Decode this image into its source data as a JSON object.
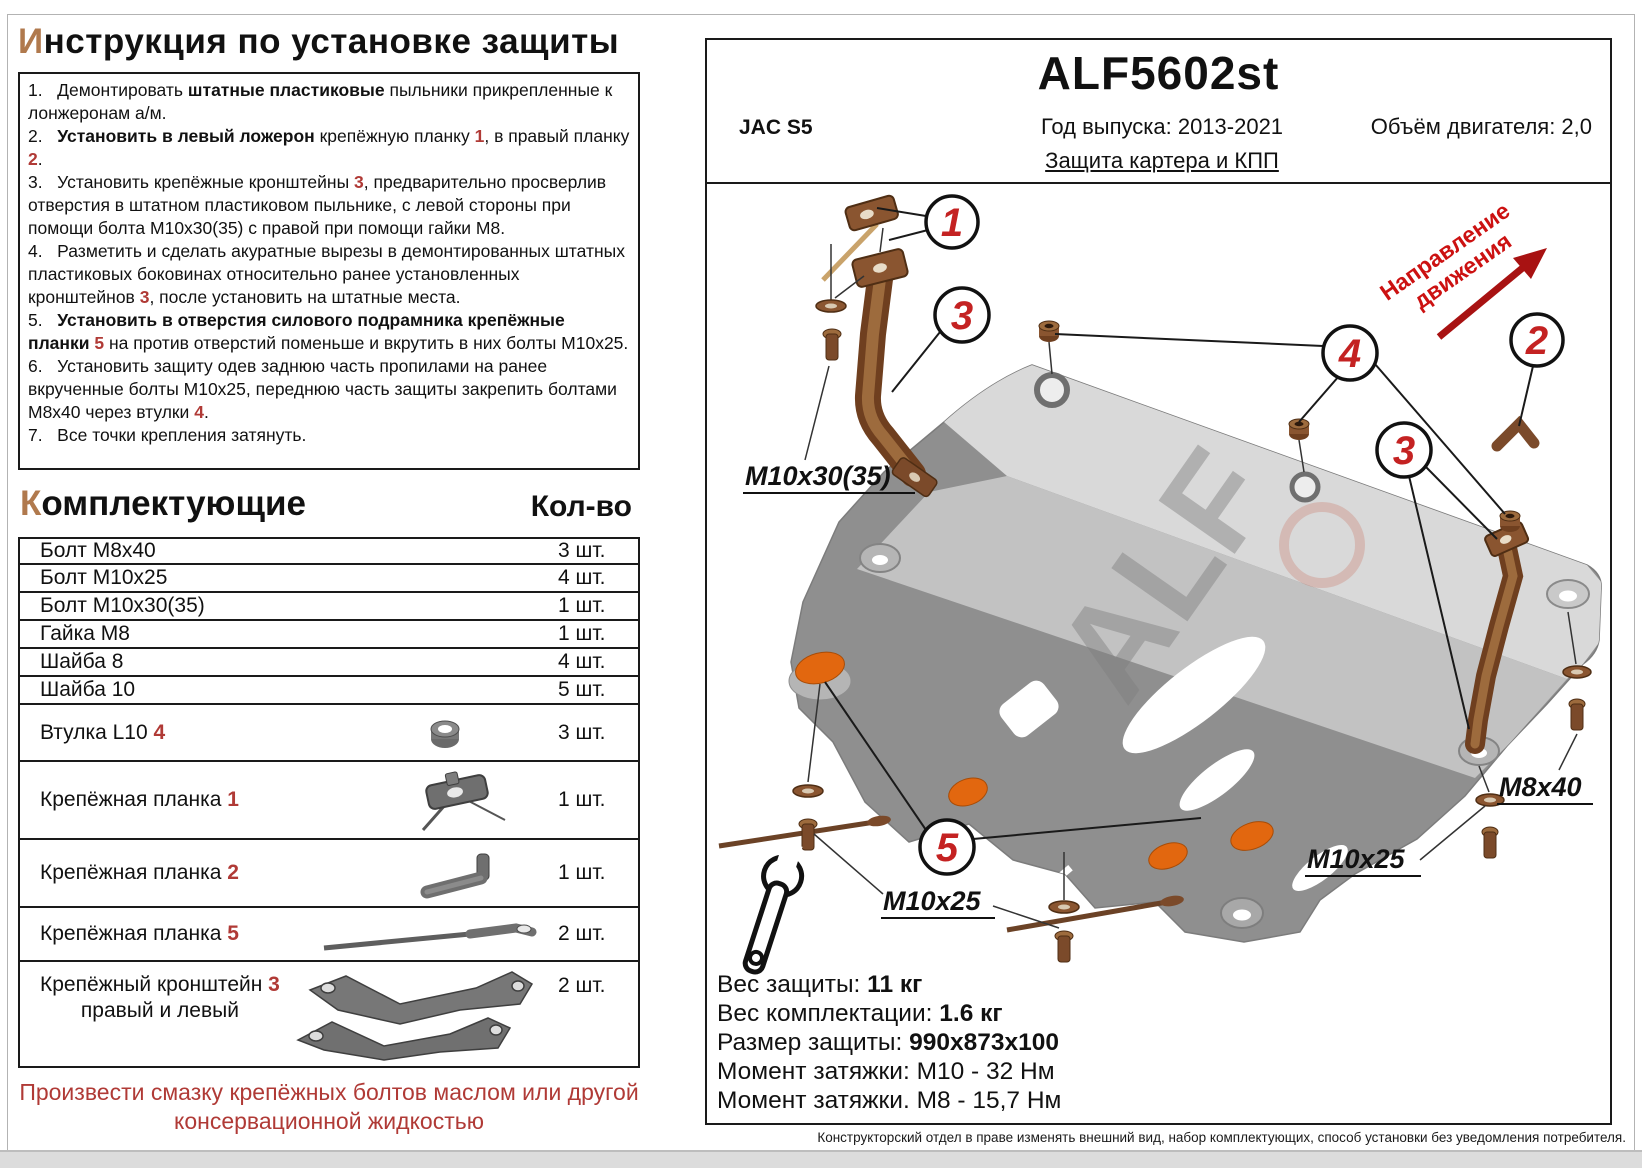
{
  "colors": {
    "accent_brown": "#b0794d",
    "inline_red": "#b03a36",
    "callout_red": "#c42222",
    "direction_red": "#cc1111",
    "part_brown": "#7b4a2a",
    "orange": "#e2670f"
  },
  "instructions": {
    "title_first": "И",
    "title_rest": "нструкция по установке защиты",
    "items": [
      [
        {
          "t": "1.   Демонтировать ",
          "s": "n"
        },
        {
          "t": "штатные пластиковые",
          "s": "b"
        },
        {
          "t": " пыльники прикрепленные к лонжеронам а/м.",
          "s": "n"
        }
      ],
      [
        {
          "t": "2.   ",
          "s": "n"
        },
        {
          "t": "Установить в левый ложерон ",
          "s": "b"
        },
        {
          "t": "крепёжную планку ",
          "s": "n"
        },
        {
          "t": "1",
          "s": "r"
        },
        {
          "t": ", в правый планку ",
          "s": "n"
        },
        {
          "t": "2",
          "s": "r"
        },
        {
          "t": ".",
          "s": "n"
        }
      ],
      [
        {
          "t": "3.   Установить крепёжные кронштейны ",
          "s": "n"
        },
        {
          "t": "3",
          "s": "r"
        },
        {
          "t": ", предварительно просверлив отверстия в штатном пластиковом пыльнике, с левой стороны при помощи болта М10х30(35) с правой при помощи гайки М8.",
          "s": "n"
        }
      ],
      [
        {
          "t": "4.   Разметить и сделать акуратные вырезы в демонтированных штатных пластиковых боковинах относительно ранее установленных кронштейнов ",
          "s": "n"
        },
        {
          "t": "3",
          "s": "r"
        },
        {
          "t": ", после установить на штатные места.",
          "s": "n"
        }
      ],
      [
        {
          "t": "5.   ",
          "s": "n"
        },
        {
          "t": "Установить в отверстия силового подрамника крепёжные планки",
          "s": "b"
        },
        {
          "t": " ",
          "s": "n"
        },
        {
          "t": "5",
          "s": "r"
        },
        {
          "t": " на против отверстий поменьше и вкрутить в них болты М10х25.",
          "s": "n"
        }
      ],
      [
        {
          "t": "6.   Установить защиту одев заднюю часть пропилами на ранее вкрученные болты М10х25, переднюю часть защиты закрепить болтами М8х40 через втулки ",
          "s": "n"
        },
        {
          "t": "4",
          "s": "r"
        },
        {
          "t": ".",
          "s": "n"
        }
      ],
      [
        {
          "t": "7.   Все точки крепления затянуть.",
          "s": "n"
        }
      ]
    ]
  },
  "parts": {
    "title_first": "К",
    "title_rest": "омплектующие",
    "qty_header": "Кол-во",
    "rows": [
      {
        "name": [
          {
            "t": "Болт М8х40",
            "s": "n"
          }
        ],
        "qty": "3 шт.",
        "thumb": null,
        "sub": null
      },
      {
        "name": [
          {
            "t": "Болт М10х25",
            "s": "n"
          }
        ],
        "qty": "4 шт.",
        "thumb": null,
        "sub": null
      },
      {
        "name": [
          {
            "t": "Болт М10х30(35)",
            "s": "n"
          }
        ],
        "qty": "1 шт.",
        "thumb": null,
        "sub": null
      },
      {
        "name": [
          {
            "t": "Гайка М8",
            "s": "n"
          }
        ],
        "qty": "1 шт.",
        "thumb": null,
        "sub": null
      },
      {
        "name": [
          {
            "t": "Шайба 8",
            "s": "n"
          }
        ],
        "qty": "4 шт.",
        "thumb": null,
        "sub": null
      },
      {
        "name": [
          {
            "t": "Шайба 10",
            "s": "n"
          }
        ],
        "qty": "5 шт.",
        "thumb": null,
        "sub": null
      },
      {
        "name": [
          {
            "t": "Втулка L10  ",
            "s": "n"
          },
          {
            "t": "4",
            "s": "r"
          }
        ],
        "qty": "3 шт.",
        "thumb": "bushing",
        "sub": null
      },
      {
        "name": [
          {
            "t": "Крепёжная планка  ",
            "s": "n"
          },
          {
            "t": "1",
            "s": "r"
          }
        ],
        "qty": "1 шт.",
        "thumb": "plate1",
        "sub": null
      },
      {
        "name": [
          {
            "t": "Крепёжная планка ",
            "s": "n"
          },
          {
            "t": "2",
            "s": "r"
          }
        ],
        "qty": "1 шт.",
        "thumb": "plate2",
        "sub": null
      },
      {
        "name": [
          {
            "t": "Крепёжная планка ",
            "s": "n"
          },
          {
            "t": "5",
            "s": "r"
          }
        ],
        "qty": "2 шт.",
        "thumb": "rod",
        "sub": null
      },
      {
        "name": [
          {
            "t": "Крепёжный кронштейн ",
            "s": "n"
          },
          {
            "t": "3",
            "s": "r"
          }
        ],
        "qty": "2 шт.",
        "thumb": "brackets",
        "sub": "правый и левый"
      }
    ]
  },
  "note": {
    "line1": "Произвести смазку крепёжных болтов маслом или другой",
    "line2": "консервационной жидкостью"
  },
  "header": {
    "model": "ALF5602st",
    "vehicle": "JAC S5",
    "years": "Год выпуска: 2013-2021",
    "engine": "Объём двигателя: 2,0",
    "subtitle": "Защита картера и КПП"
  },
  "diagram": {
    "direction_line1": "Направление",
    "direction_line2": "движения",
    "watermark": "ALF",
    "labels": {
      "m10x30": "M10x30(35)",
      "m8x40": "M8x40",
      "m10x25_bottom": "M10x25",
      "m10x25_right": "M10x25"
    },
    "callouts": [
      {
        "n": "1"
      },
      {
        "n": "3"
      },
      {
        "n": "4"
      },
      {
        "n": "2"
      },
      {
        "n": "3"
      },
      {
        "n": "5"
      }
    ]
  },
  "info": {
    "rows": [
      {
        "label": "Вес защиты: ",
        "value": "11 кг",
        "bold": true
      },
      {
        "label": "Вес комплектации: ",
        "value": "1.6 кг",
        "bold": true
      },
      {
        "label": "Размер защиты: ",
        "value": "990х873х100",
        "bold": true
      },
      {
        "label": "Момент затяжки:  ",
        "value": "М10 - 32 Нм",
        "bold": false
      },
      {
        "label": "Момент затяжки.  ",
        "value": "М8 - 15,7 Нм",
        "bold": false
      }
    ]
  },
  "footnote": "Конструкторский отдел в праве изменять внешний вид, набор комплектующих, способ установки без уведомления потребителя."
}
